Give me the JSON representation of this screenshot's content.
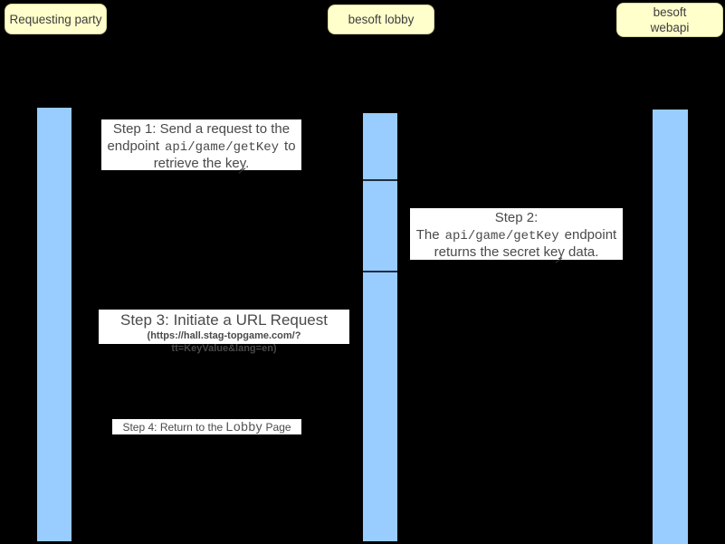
{
  "diagram_type": "sequence-diagram",
  "actors": {
    "requesting_party": {
      "label": "Requesting party"
    },
    "besoft_lobby": {
      "label": "besoft lobby"
    },
    "besoft_webapi": {
      "line1": "besoft",
      "line2": "webapi"
    }
  },
  "steps": {
    "step1": {
      "line1": "Step 1: Send a request to the",
      "line2_pre": "endpoint",
      "code": "api/game/getKey",
      "line2_post": "to",
      "line3": "retrieve the key."
    },
    "step2": {
      "line1": "Step 2:",
      "line2_pre": "The",
      "code": "api/game/getKey",
      "line2_post": "endpoint",
      "line3": "returns the secret key data."
    },
    "step3": {
      "line1": "Step 3: Initiate a URL Request",
      "line2": "(https://hall.stag-topgame.com/?tt=KeyValue&lang=en)"
    },
    "step4": {
      "pre": "Step 4: Return to the ",
      "emph": "Lobby",
      "post": " Page"
    }
  },
  "colors": {
    "background": "#000000",
    "actor_fill": "#ffffcc",
    "actor_border": "#d8d89a",
    "activation_bar_fill": "#99ccff",
    "activation_bar_divider": "#1f2d3d",
    "label_background": "#ffffff",
    "label_text": "#4a4a4a"
  }
}
